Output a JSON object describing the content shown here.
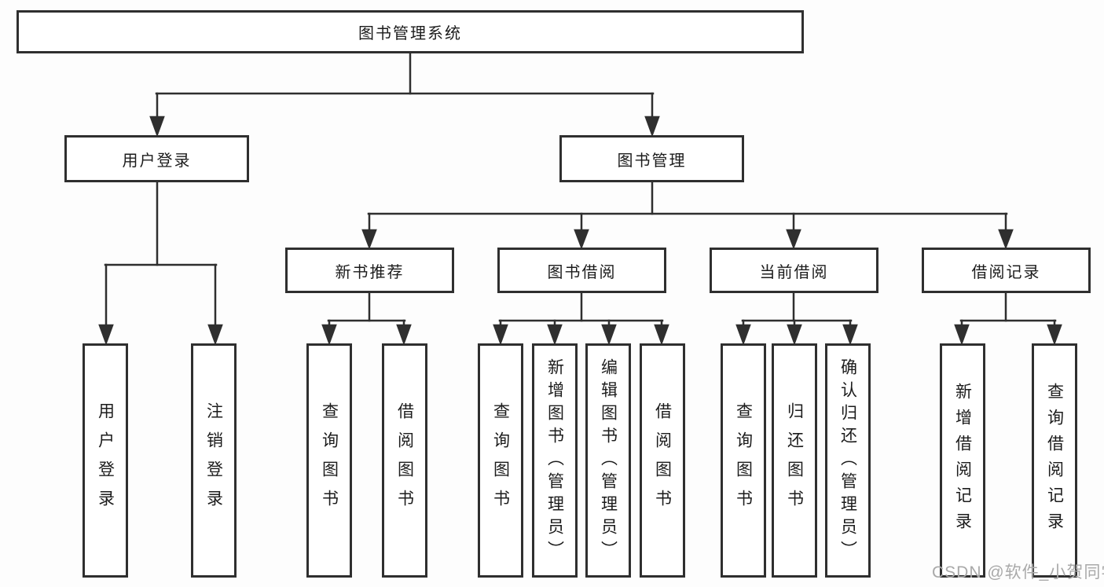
{
  "root": {
    "label": "图书管理系统"
  },
  "level2": {
    "user_login": {
      "label": "用户登录"
    },
    "book_management": {
      "label": "图书管理"
    }
  },
  "level3": {
    "new_book_recommend": {
      "label": "新书推荐"
    },
    "book_borrowing": {
      "label": "图书借阅"
    },
    "current_borrowing": {
      "label": "当前借阅"
    },
    "borrowing_records": {
      "label": "借阅记录"
    }
  },
  "leaves": {
    "user_login": [
      {
        "label": "用户登录"
      },
      {
        "label": "注销登录"
      }
    ],
    "new_book_recommend": [
      {
        "label": "查询图书"
      },
      {
        "label": "借阅图书"
      }
    ],
    "book_borrowing": [
      {
        "label": "查询图书"
      },
      {
        "label": "新增图书（管理员）"
      },
      {
        "label": "编辑图书（管理员）"
      },
      {
        "label": "借阅图书"
      }
    ],
    "current_borrowing": [
      {
        "label": "查询图书"
      },
      {
        "label": "归还图书"
      },
      {
        "label": "确认归还（管理员）"
      }
    ],
    "borrowing_records": [
      {
        "label": "新增借阅记录"
      },
      {
        "label": "查询借阅记录"
      }
    ]
  },
  "watermark": "CSDN @软件_小贺同学",
  "colors": {
    "line": "#2f2f2f",
    "border": "#2f2f2f",
    "text": "#1c1c1c",
    "background": "#fdfdfd",
    "watermark": "#a9a9a9"
  }
}
